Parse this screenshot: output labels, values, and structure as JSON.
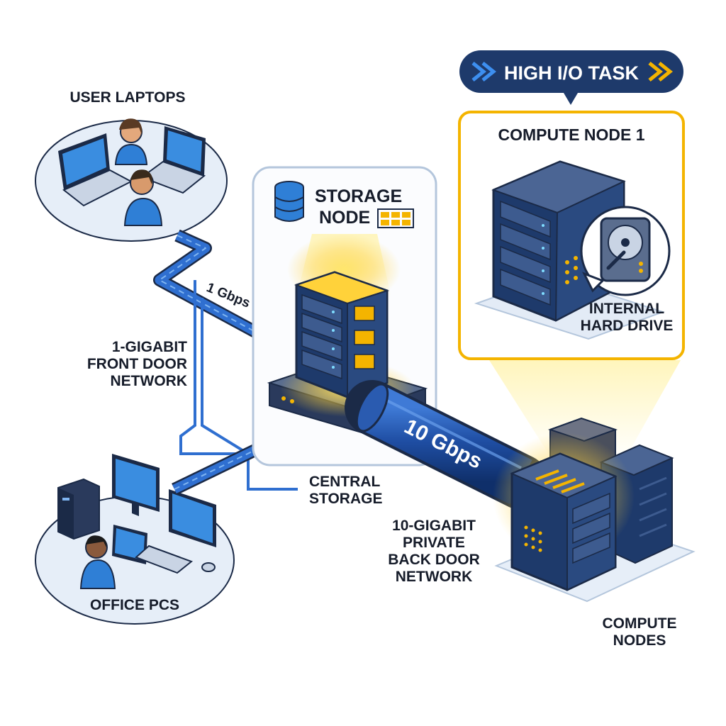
{
  "labels": {
    "user_laptops": "USER LAPTOPS",
    "front_door": [
      "1-GIGABIT",
      "FRONT DOOR",
      "NETWORK"
    ],
    "office_pcs": "OFFICE PCs",
    "storage_node": [
      "STORAGE",
      "NODE"
    ],
    "central_storage": [
      "CENTRAL",
      "STORAGE"
    ],
    "back_door": [
      "10-GIGABIT",
      "PRIVATE",
      "BACK DOOR",
      "NETWORK"
    ],
    "high_io_task": "HIGH I/O TASK",
    "compute_node_1": "COMPUTE NODE 1",
    "internal_hard_drive": [
      "INTERNAL",
      "HARD DRIVE"
    ],
    "compute_nodes": [
      "COMPUTE",
      "NODES"
    ]
  },
  "links": {
    "front_speed": "1 Gbps",
    "back_speed": "10 Gbps"
  },
  "colors": {
    "navy": "#1e3a6b",
    "frame": "#1b2a47",
    "cable_blue": "#2f6fd0",
    "cable_light": "#7fb4f0",
    "accent_yellow": "#f4b400",
    "platform": "#e8eef7",
    "screen": "#3a8de0"
  },
  "icons": [
    "database-icon",
    "file-folders-icon",
    "hard-drive-icon",
    "chevron-right-icon",
    "server-icon",
    "laptop-icon",
    "desktop-pc-icon",
    "person-icon"
  ]
}
